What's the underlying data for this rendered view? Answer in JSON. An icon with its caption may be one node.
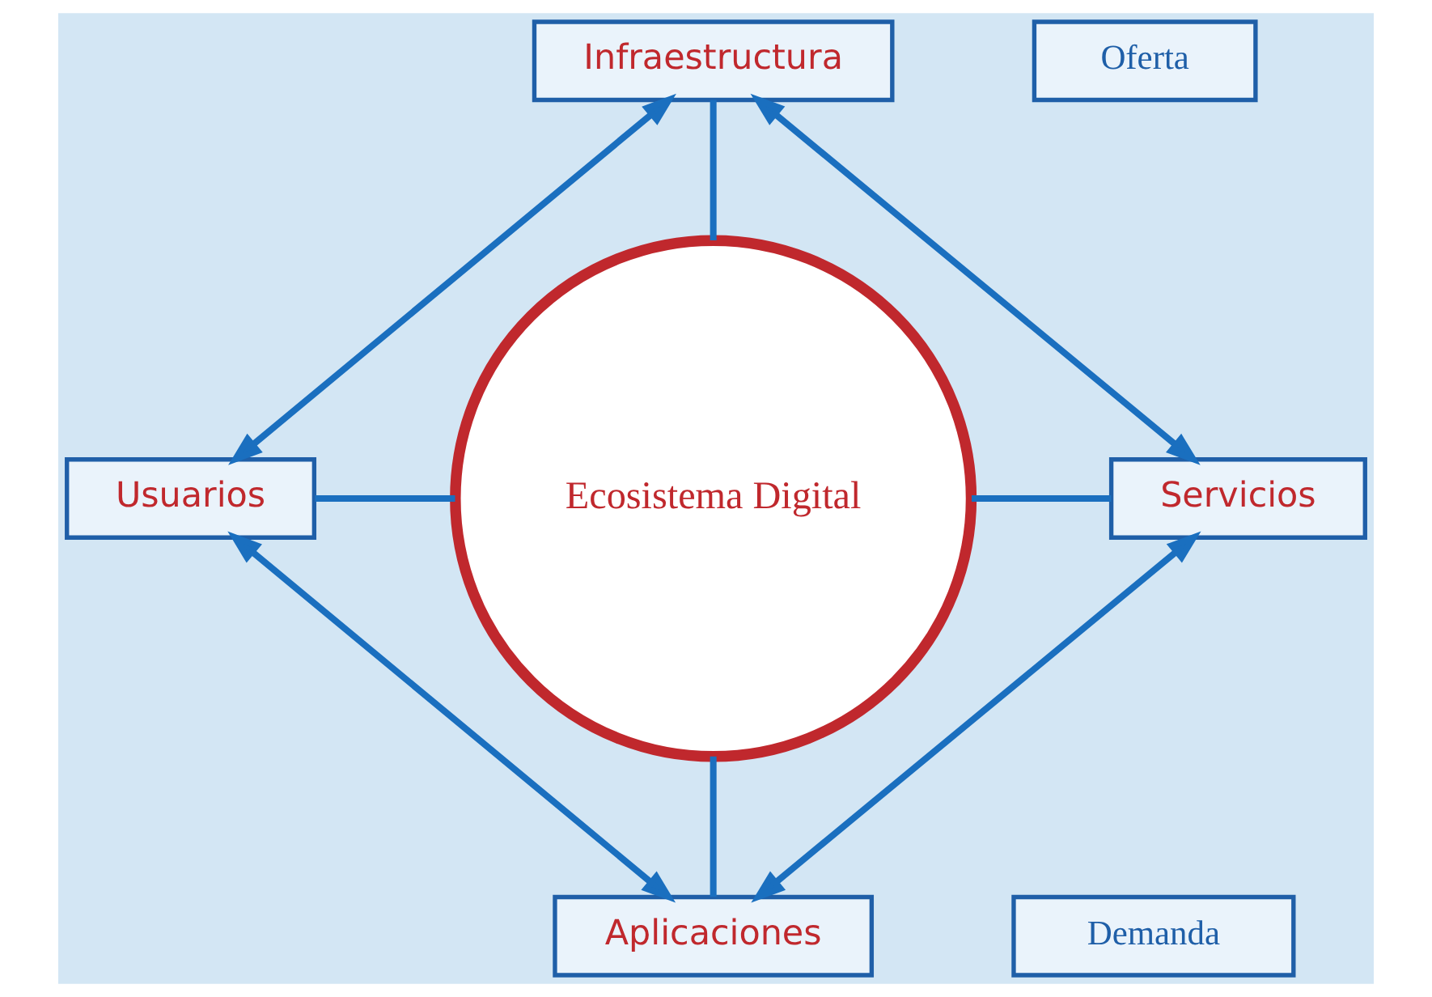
{
  "diagram": {
    "nodes": [
      {
        "text": [
          "Infraestructura"
        ]
      },
      {
        "text": [
          "Oferta"
        ]
      },
      {
        "text": [
          "Usuarios"
        ]
      },
      {
        "text": [
          "Ecosistema Digital"
        ]
      },
      {
        "text": [
          "Servicios"
        ]
      },
      {
        "text": [
          "Aplicaciones"
        ]
      },
      {
        "text": [
          "Demanda"
        ]
      }
    ],
    "edges": [
      {
        "from": 0,
        "to": 2,
        "arrow": "both"
      },
      {
        "from": 0,
        "to": 4,
        "arrow": "both"
      },
      {
        "from": 0,
        "to": 3,
        "arrow": "none"
      },
      {
        "from": 2,
        "to": 3,
        "arrow": "none"
      },
      {
        "from": 3,
        "to": 4,
        "arrow": "none"
      },
      {
        "from": 3,
        "to": 5,
        "arrow": "none"
      },
      {
        "from": 2,
        "to": 5,
        "arrow": "both"
      },
      {
        "from": 4,
        "to": 5,
        "arrow": "both"
      }
    ]
  }
}
